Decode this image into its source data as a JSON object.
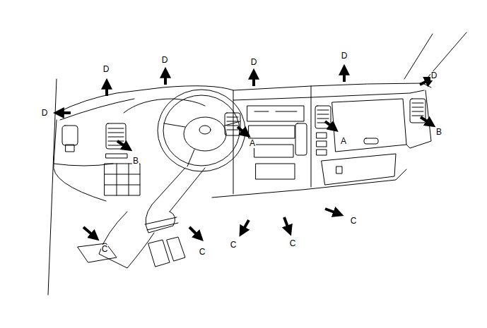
{
  "diagram": {
    "labels": [
      "D",
      "D",
      "D",
      "D",
      "D",
      "D",
      "B",
      "A",
      "A",
      "B",
      "C",
      "C",
      "C",
      "C",
      "C"
    ]
  }
}
